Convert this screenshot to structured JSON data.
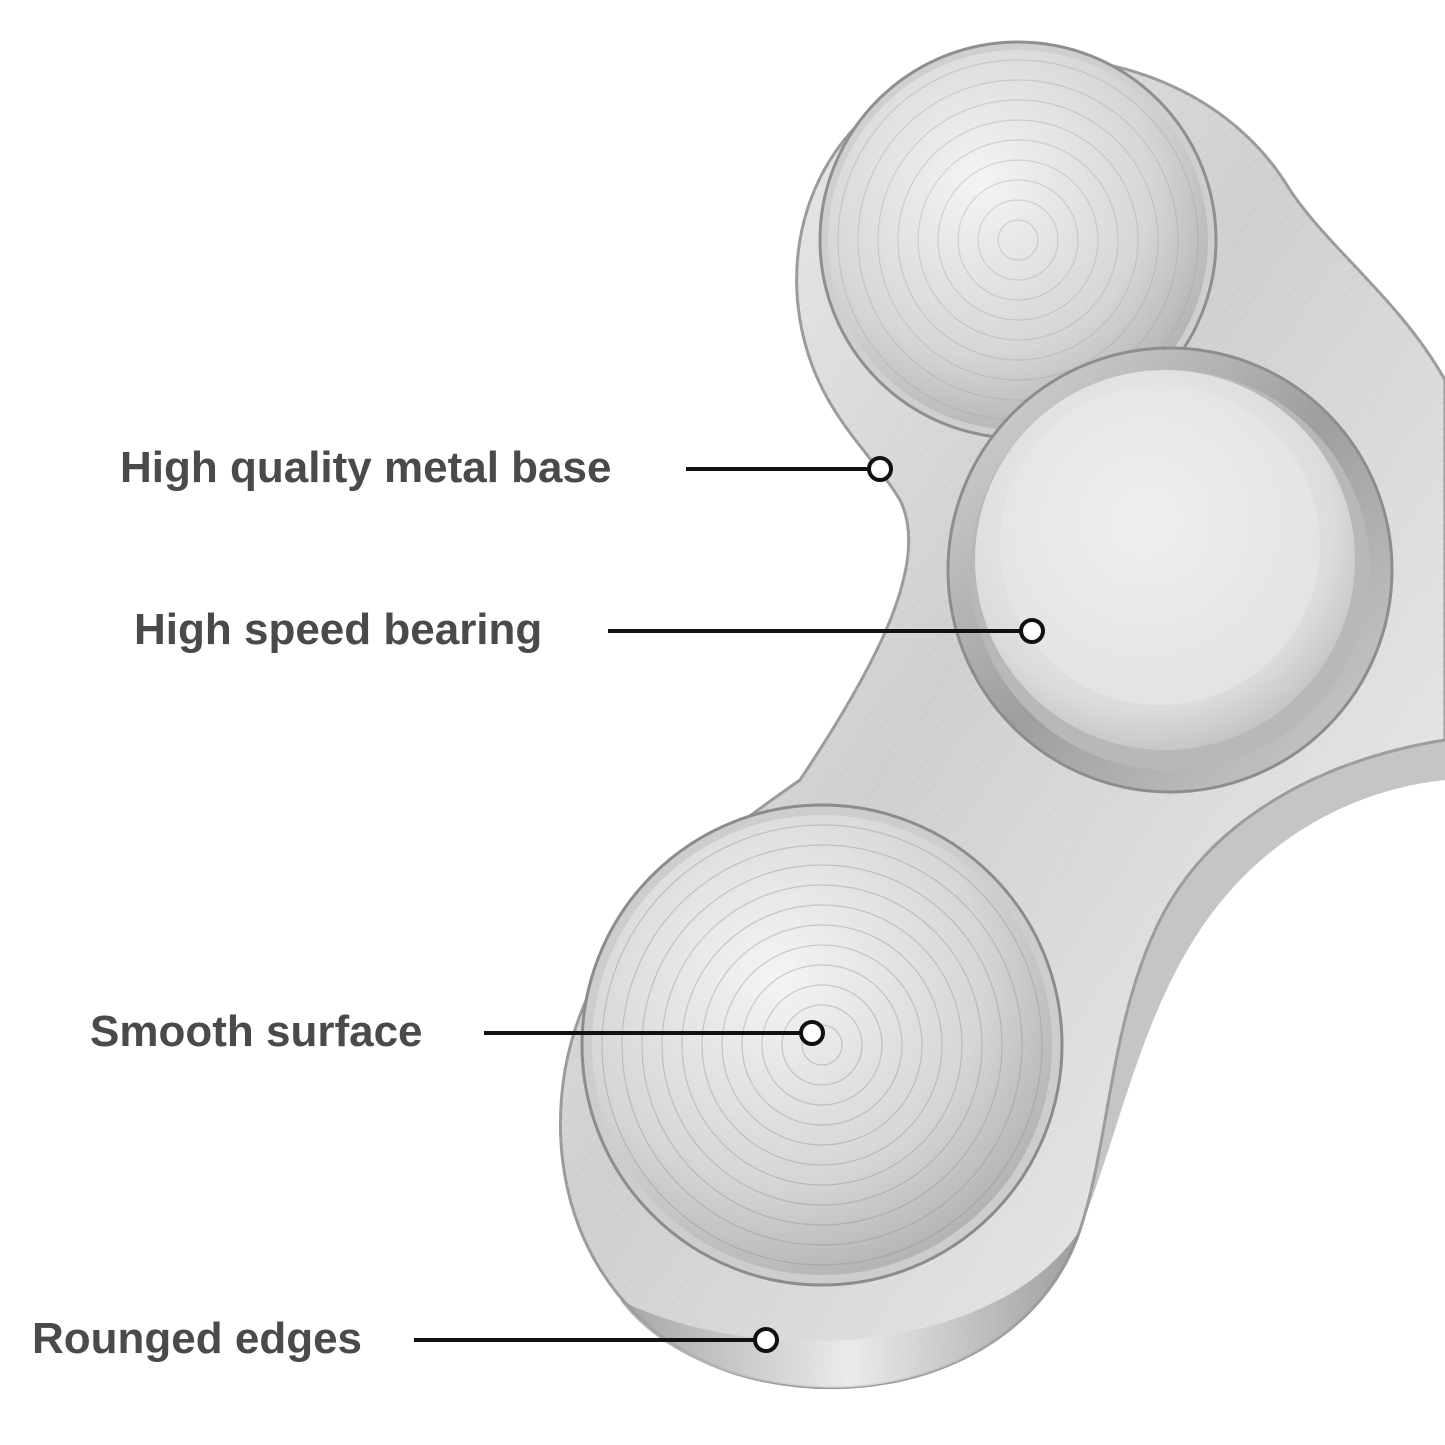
{
  "image": {
    "subject": "fidget-spinner",
    "material_colors": {
      "metal_light": "#e6e6e6",
      "metal_mid": "#bdbdbd",
      "metal_dark": "#8a8a8a"
    }
  },
  "callouts": [
    {
      "id": "metal-base",
      "label": "High quality metal base"
    },
    {
      "id": "bearing",
      "label": "High speed bearing"
    },
    {
      "id": "surface",
      "label": "Smooth surface"
    },
    {
      "id": "edges",
      "label": "Rounged edges"
    }
  ],
  "style": {
    "label_color": "#4a4a4a",
    "line_color": "#111111",
    "marker_fill": "#ffffff",
    "marker_stroke": "#111111"
  }
}
